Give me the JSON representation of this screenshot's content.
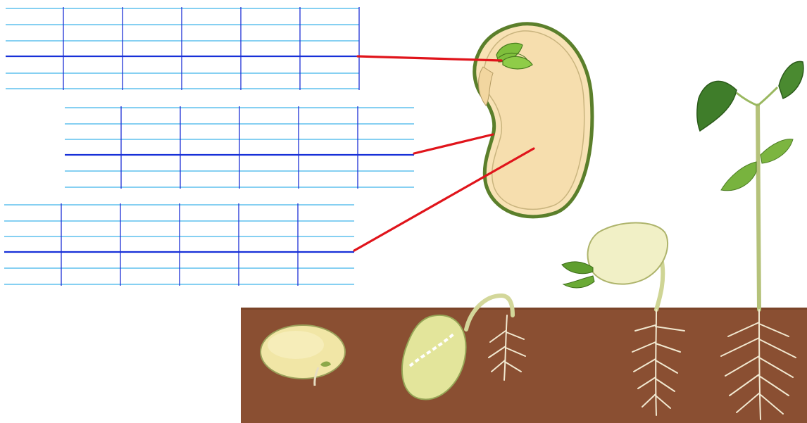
{
  "colors": {
    "background": "#ffffff",
    "grid_thin": "#3fb3ea",
    "grid_guide": "#1730d8",
    "grid_vertical": "#1c2fd6",
    "pointer": "#e0141b",
    "soil": "#8a4f32",
    "seed_fill": "#f8e2b5",
    "seed_outline": "#5b7f2b",
    "plant_green": "#6ea83c",
    "stem": "#b5c27a",
    "root": "#ece2c8"
  },
  "handwriting_boxes": [
    {
      "id": "label-line-1",
      "cells": 6,
      "text": ""
    },
    {
      "id": "label-line-2",
      "cells": 6,
      "text": ""
    },
    {
      "id": "label-line-3",
      "cells": 6,
      "text": ""
    }
  ],
  "pointers": [
    {
      "from": "label-line-1",
      "to": "embryo-leaves"
    },
    {
      "from": "label-line-2",
      "to": "seed-coat"
    },
    {
      "from": "label-line-3",
      "to": "cotyledon"
    }
  ],
  "growth_stages": [
    "seed",
    "germinating-seed",
    "young-seedling",
    "emerging-seedling",
    "mature-seedling"
  ]
}
